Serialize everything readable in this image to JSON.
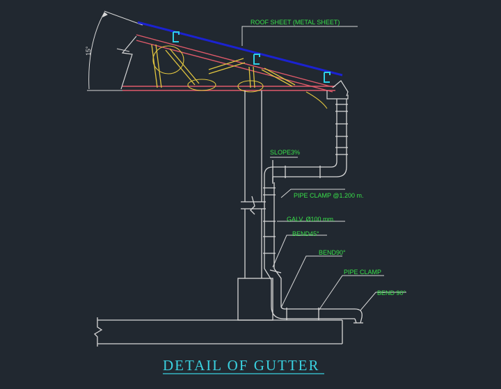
{
  "colors": {
    "background": "#212830",
    "linework": "#d8d8d8",
    "label": "#39e04a",
    "title": "#3ad1e0",
    "purlin": "#2fd0e6",
    "roof_sheet": "#1b22d0",
    "truss_chord": "#e05a6a",
    "truss_web": "#e2c640"
  },
  "labels": {
    "roof_sheet": "ROOF SHEET (METAL SHEET)",
    "slope": "SLOPE3%",
    "pipe_clamp_spacing": "PIPE CLAMP @1.200 m.",
    "pipe_size": "GALV. Ø100 mm.",
    "bend45": "BEND45°",
    "bend90_a": "BEND90°",
    "pipe_clamp": "PIPE CLAMP",
    "bend90_b": "BEND 90°"
  },
  "dimension": {
    "angle": "15°"
  },
  "title": "DETAIL OF GUTTER"
}
